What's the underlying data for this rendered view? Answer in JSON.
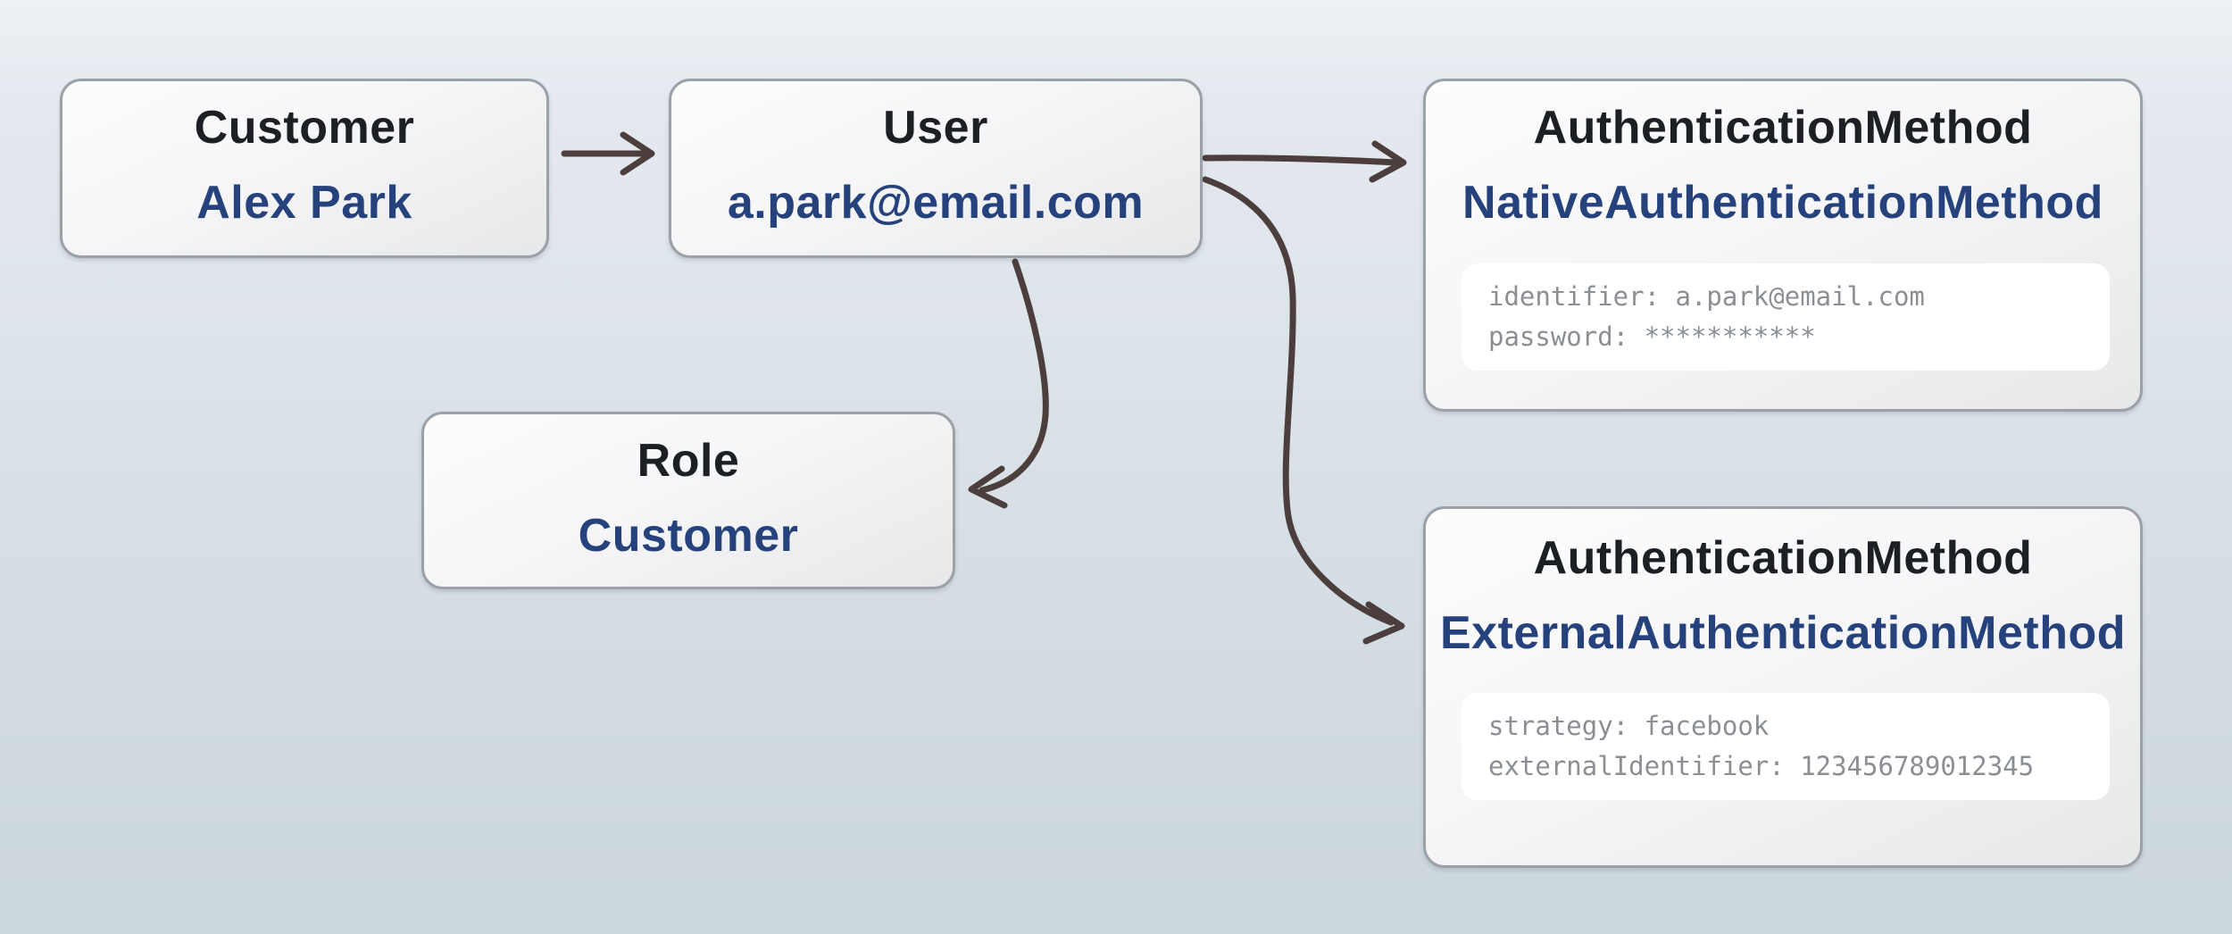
{
  "diagram": {
    "nodes": {
      "customer": {
        "entity": "Customer",
        "value": "Alex Park"
      },
      "user": {
        "entity": "User",
        "value": "a.park@email.com"
      },
      "native_auth": {
        "entity": "AuthenticationMethod",
        "value": "NativeAuthenticationMethod",
        "details": {
          "identifier": "identifier: a.park@email.com",
          "password": "password: ***********"
        }
      },
      "role": {
        "entity": "Role",
        "value": "Customer"
      },
      "external_auth": {
        "entity": "AuthenticationMethod",
        "value": "ExternalAuthenticationMethod",
        "details": {
          "strategy": "strategy: facebook",
          "external_identifier": "externalIdentifier: 123456789012345"
        }
      }
    },
    "edges": [
      {
        "from": "customer",
        "to": "user"
      },
      {
        "from": "user",
        "to": "native_auth"
      },
      {
        "from": "user",
        "to": "role"
      },
      {
        "from": "user",
        "to": "external_auth"
      }
    ],
    "colors": {
      "background_top": "#edf1f5",
      "background_bottom": "#ccd7dd",
      "node_border": "#9ba1a7",
      "title_text": "#1c1f24",
      "value_text": "#26427d",
      "detail_text": "#8b8f94",
      "detail_panel": "#ffffff",
      "arrow": "#4c3e3d"
    }
  }
}
